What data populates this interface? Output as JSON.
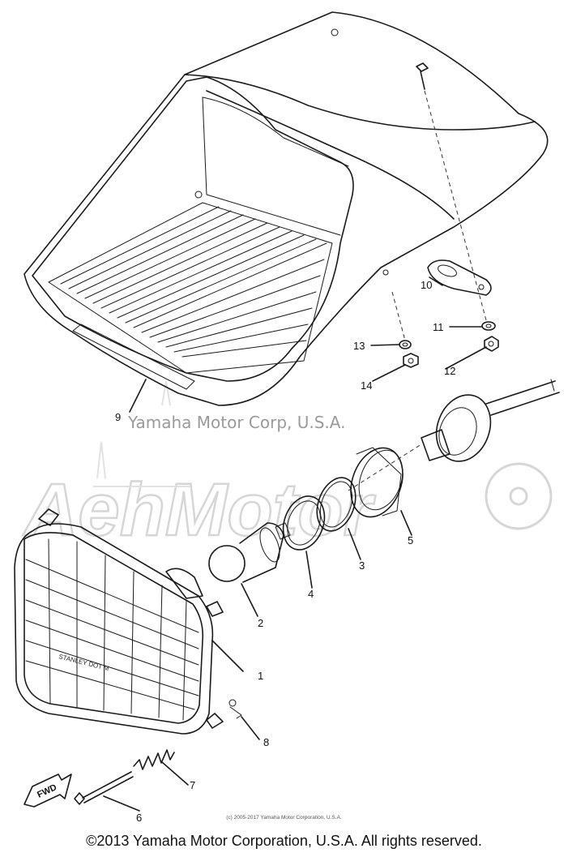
{
  "diagram": {
    "callouts": [
      {
        "id": "c1",
        "label": "1"
      },
      {
        "id": "c2",
        "label": "2"
      },
      {
        "id": "c3",
        "label": "3"
      },
      {
        "id": "c4",
        "label": "4"
      },
      {
        "id": "c5",
        "label": "5"
      },
      {
        "id": "c6",
        "label": "6"
      },
      {
        "id": "c7",
        "label": "7"
      },
      {
        "id": "c8",
        "label": "8"
      },
      {
        "id": "c9",
        "label": "9"
      },
      {
        "id": "c10",
        "label": "10"
      },
      {
        "id": "c11",
        "label": "11"
      },
      {
        "id": "c12",
        "label": "12"
      },
      {
        "id": "c13",
        "label": "13"
      },
      {
        "id": "c14",
        "label": "14"
      }
    ],
    "fwd_label": "FWD",
    "lens_marking": "STANLEY  DOT  M"
  },
  "watermark": {
    "text": "Yamaha Motor Corp, U.S.A.",
    "logo_text": "AehMotor"
  },
  "small_copyright": "(c) 2005-2017 Yamaha Motor Corporation, U.S.A.",
  "footer": "©2013 Yamaha Motor Corporation, U.S.A. All rights reserved."
}
